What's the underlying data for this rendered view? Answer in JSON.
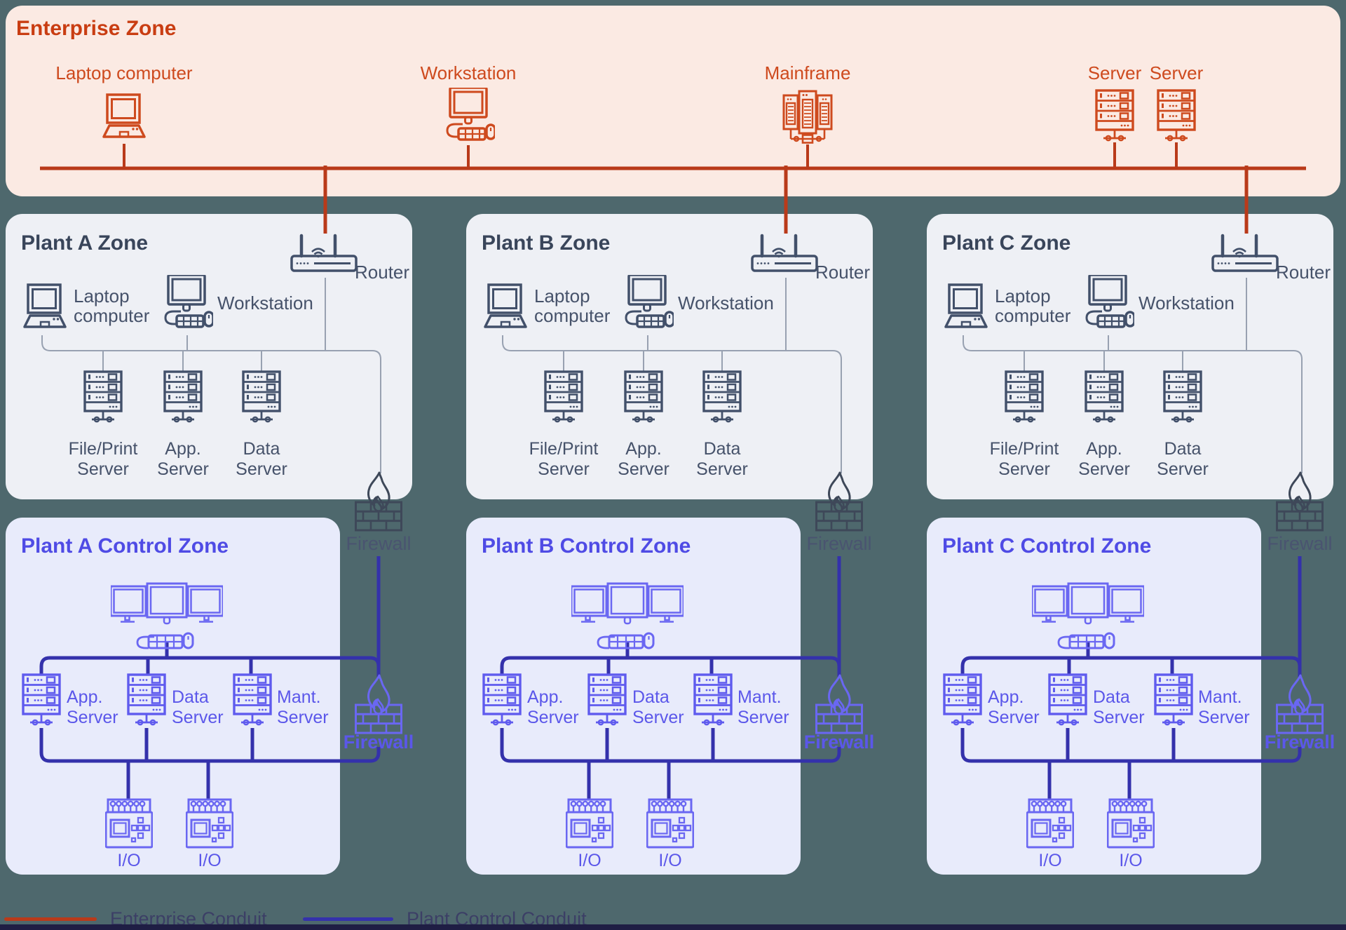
{
  "colors": {
    "background_teal": "#4E686D",
    "enterprise_card": "#FBEAE3",
    "enterprise_accent": "#C93D12",
    "enterprise_conduit": "#B93A1A",
    "plant_zone_card": "#EEF0F5",
    "plant_zone_ink": "#42506A",
    "control_zone_card": "#E8EBFB",
    "control_zone_ink": "#5F5BEE",
    "plant_control_conduit": "#3431AB",
    "firewall_gray": "#3E4859"
  },
  "enterprise_zone": {
    "title": "Enterprise Zone",
    "devices": [
      {
        "label": "Laptop computer",
        "icon": "laptop"
      },
      {
        "label": "Workstation",
        "icon": "workstation"
      },
      {
        "label": "Mainframe",
        "icon": "mainframe"
      },
      {
        "label": "Server",
        "icon": "server"
      },
      {
        "label": "Server",
        "icon": "server"
      }
    ]
  },
  "columns": [
    {
      "zone_title": "Plant A Zone",
      "router_label": "Router",
      "laptop_l1": "Laptop",
      "laptop_l2": "computer",
      "workstation_label": "Workstation",
      "servers": [
        {
          "l1": "File/Print",
          "l2": "Server"
        },
        {
          "l1": "App.",
          "l2": "Server"
        },
        {
          "l1": "Data",
          "l2": "Server"
        }
      ],
      "firewall_upper": "Firewall",
      "control_title": "Plant A Control Zone",
      "control_servers": [
        {
          "l1": "App.",
          "l2": "Server"
        },
        {
          "l1": "Data",
          "l2": "Server"
        },
        {
          "l1": "Mant.",
          "l2": "Server"
        }
      ],
      "io": [
        {
          "label": "I/O"
        },
        {
          "label": "I/O"
        }
      ],
      "firewall_lower": "Firewall"
    },
    {
      "zone_title": "Plant B Zone",
      "router_label": "Router",
      "laptop_l1": "Laptop",
      "laptop_l2": "computer",
      "workstation_label": "Workstation",
      "servers": [
        {
          "l1": "File/Print",
          "l2": "Server"
        },
        {
          "l1": "App.",
          "l2": "Server"
        },
        {
          "l1": "Data",
          "l2": "Server"
        }
      ],
      "firewall_upper": "Firewall",
      "control_title": "Plant B Control Zone",
      "control_servers": [
        {
          "l1": "App.",
          "l2": "Server"
        },
        {
          "l1": "Data",
          "l2": "Server"
        },
        {
          "l1": "Mant.",
          "l2": "Server"
        }
      ],
      "io": [
        {
          "label": "I/O"
        },
        {
          "label": "I/O"
        }
      ],
      "firewall_lower": "Firewall"
    },
    {
      "zone_title": "Plant C Zone",
      "router_label": "Router",
      "laptop_l1": "Laptop",
      "laptop_l2": "computer",
      "workstation_label": "Workstation",
      "servers": [
        {
          "l1": "File/Print",
          "l2": "Server"
        },
        {
          "l1": "App.",
          "l2": "Server"
        },
        {
          "l1": "Data",
          "l2": "Server"
        }
      ],
      "firewall_upper": "Firewall",
      "control_title": "Plant C Control Zone",
      "control_servers": [
        {
          "l1": "App.",
          "l2": "Server"
        },
        {
          "l1": "Data",
          "l2": "Server"
        },
        {
          "l1": "Mant.",
          "l2": "Server"
        }
      ],
      "io": [
        {
          "label": "I/O"
        },
        {
          "label": "I/O"
        }
      ],
      "firewall_lower": "Firewall"
    }
  ],
  "legend": {
    "enterprise": "Enterprise Conduit",
    "plant_control": "Plant Control Conduit"
  }
}
